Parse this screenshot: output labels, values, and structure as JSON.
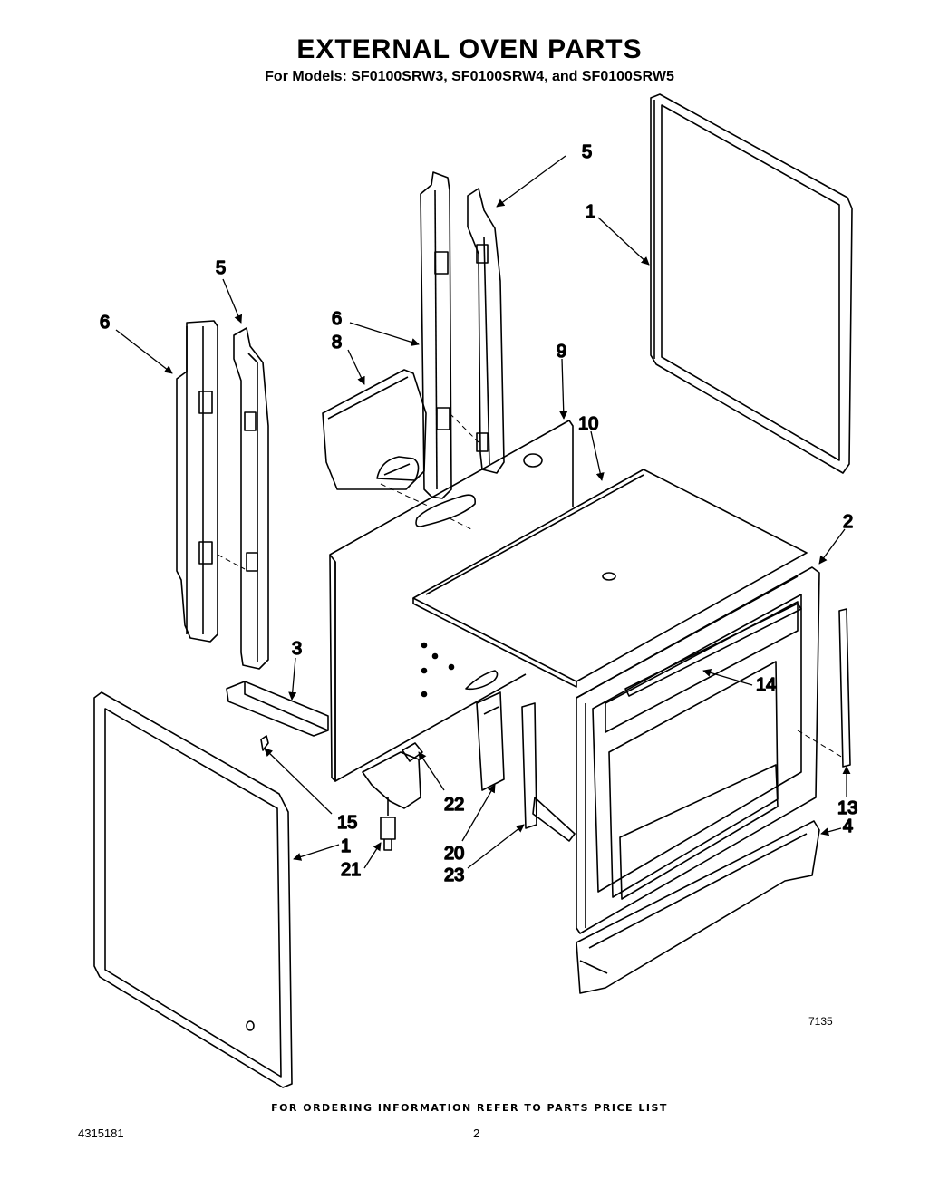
{
  "header": {
    "title": "EXTERNAL OVEN PARTS",
    "subtitle": "For Models: SF0100SRW3, SF0100SRW4, and  SF0100SRW5"
  },
  "callouts": {
    "c5_top": "5",
    "c1_top": "1",
    "c5_left": "5",
    "c6_left": "6",
    "c6_mid": "6",
    "c8": "8",
    "c9": "9",
    "c10": "10",
    "c2": "2",
    "c3": "3",
    "c14": "14",
    "c13": "13",
    "c4": "4",
    "c15": "15",
    "c1_bottom": "1",
    "c21": "21",
    "c22": "22",
    "c20": "20",
    "c23": "23"
  },
  "diagram_ref": "7135",
  "footer": {
    "ordering_note": "FOR ORDERING INFORMATION REFER TO PARTS PRICE LIST",
    "document_number": "4315181",
    "page_number": "2"
  }
}
